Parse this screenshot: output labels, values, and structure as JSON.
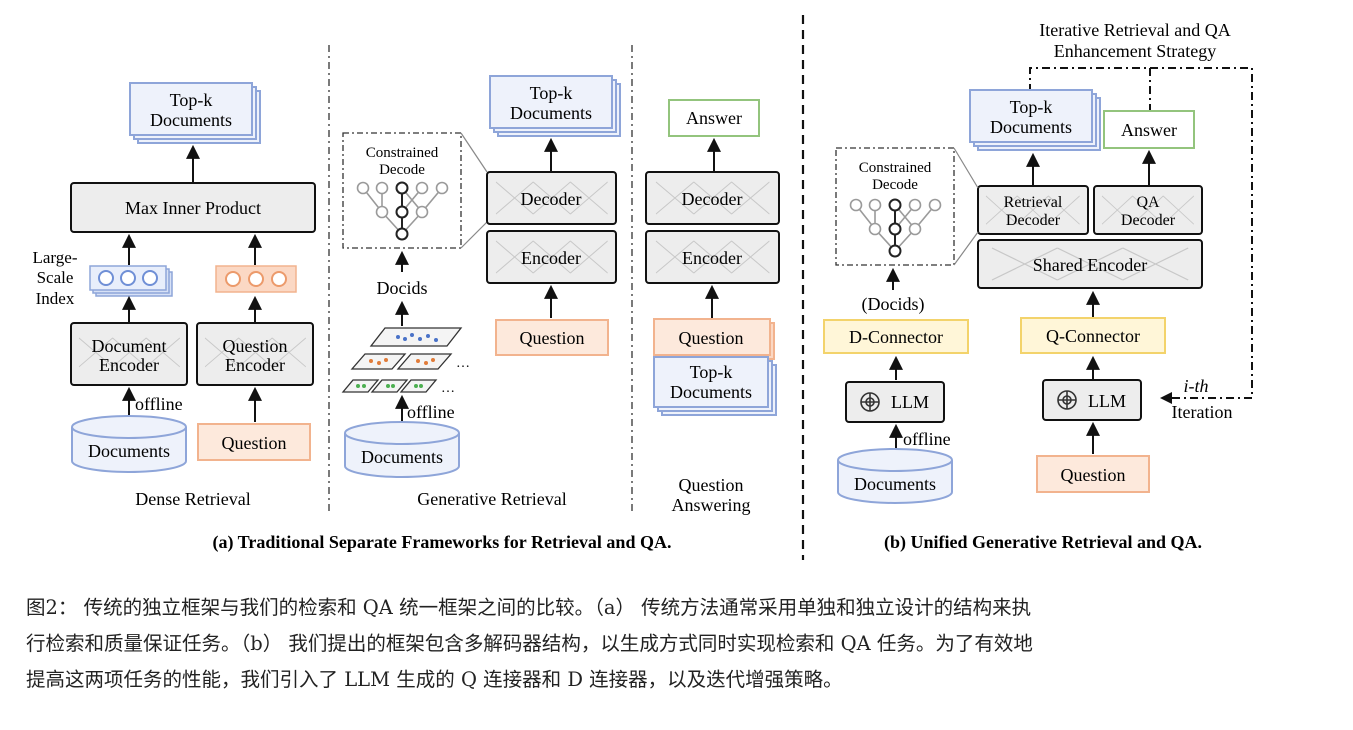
{
  "figure": {
    "subfigure_a": {
      "caption": "(a) Traditional Separate Frameworks for Retrieval and QA.",
      "dense_retrieval": {
        "title": "Dense Retrieval",
        "topk_line1": "Top-k",
        "topk_line2": "Documents",
        "max_inner_product": "Max Inner Product",
        "index_label_line1": "Large-",
        "index_label_line2": "Scale",
        "index_label_line3": "Index",
        "doc_encoder_line1": "Document",
        "doc_encoder_line2": "Encoder",
        "q_encoder_line1": "Question",
        "q_encoder_line2": "Encoder",
        "offline": "offline",
        "documents": "Documents",
        "question": "Question"
      },
      "generative_retrieval": {
        "title": "Generative Retrieval",
        "constrained_line1": "Constrained",
        "constrained_line2": "Decode",
        "docids": "Docids",
        "topk_line1": "Top-k",
        "topk_line2": "Documents",
        "decoder": "Decoder",
        "encoder": "Encoder",
        "question": "Question",
        "offline": "offline",
        "documents": "Documents",
        "ellipsis": "…"
      },
      "question_answering": {
        "title_line1": "Question",
        "title_line2": "Answering",
        "answer": "Answer",
        "decoder": "Decoder",
        "encoder": "Encoder",
        "question": "Question",
        "topk_line1": "Top-k",
        "topk_line2": "Documents"
      }
    },
    "subfigure_b": {
      "caption": "(b) Unified Generative Retrieval and QA.",
      "strategy_line1": "Iterative Retrieval and QA",
      "strategy_line2": "Enhancement Strategy",
      "topk_line1": "Top-k",
      "topk_line2": "Documents",
      "answer": "Answer",
      "constrained_line1": "Constrained",
      "constrained_line2": "Decode",
      "retrieval_decoder_line1": "Retrieval",
      "retrieval_decoder_line2": "Decoder",
      "qa_decoder_line1": "QA",
      "qa_decoder_line2": "Decoder",
      "shared_encoder": "Shared Encoder",
      "docids": "(Docids)",
      "d_connector": "D-Connector",
      "q_connector": "Q-Connector",
      "llm_left": "LLM",
      "llm_right": "LLM",
      "offline": "offline",
      "documents": "Documents",
      "question": "Question",
      "ith": "i-th",
      "iteration": "Iteration"
    }
  },
  "caption": {
    "line1": "图2： 传统的独立框架与我们的检索和 QA 统一框架之间的比较。（a） 传统方法通常采用单独和独立设计的结构来执",
    "line2": "行检索和质量保证任务。（b） 我们提出的框架包含多解码器结构，以生成方式同时实现检索和 QA 任务。为了有效地",
    "line3": "提高这两项任务的性能，我们引入了 LLM 生成的 Q 连接器和 D 连接器，以及迭代增强策略。"
  },
  "colors": {
    "blue_border": "#8ea5d9",
    "blue_fill": "#eef2fb",
    "orange_border": "#f2b38e",
    "orange_fill": "#fde9dc",
    "green_border": "#93c47d",
    "yellow_border": "#f3d36b",
    "yellow_fill": "#fff6d8",
    "gray_fill": "#ededed"
  }
}
